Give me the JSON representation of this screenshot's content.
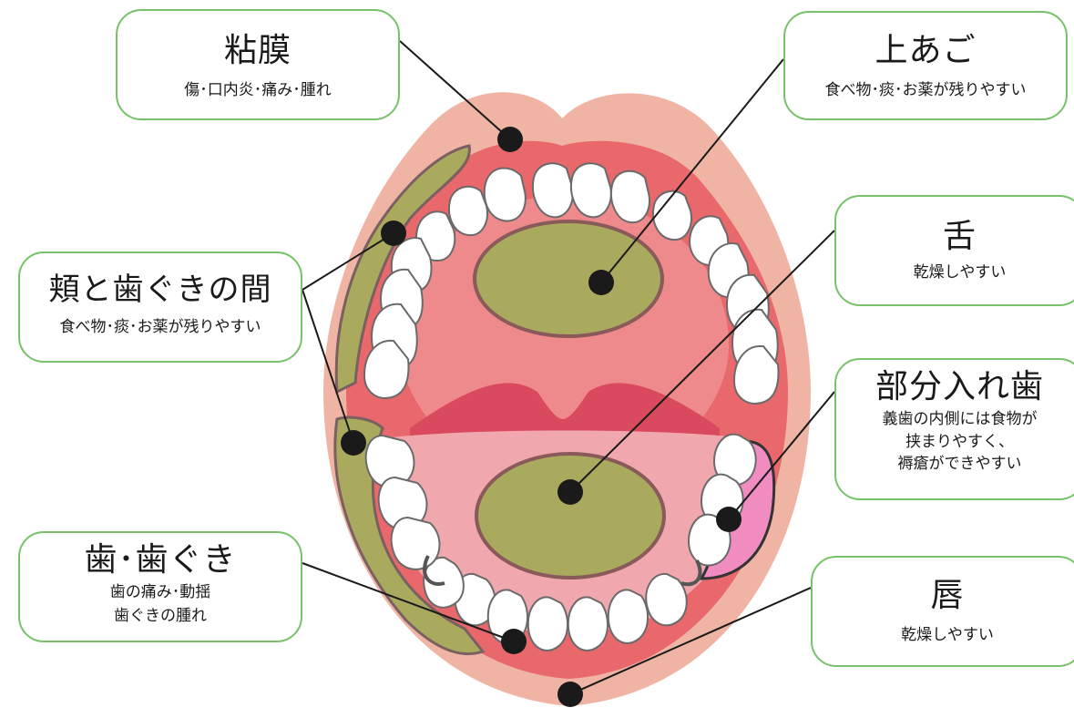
{
  "colors": {
    "box_border": "#78c26a",
    "lip": "#f0b4a4",
    "mouth": "#e8686c",
    "palate": "#ef8a8c",
    "tongue": "#f0a8ae",
    "highlight_area": "#a9aa5e",
    "teeth": "#ffffff",
    "denture_gum": "#f08cc0",
    "pointer": "#1a1a1a"
  },
  "labels": {
    "nenmaku": {
      "title": "粘膜",
      "desc": "傷･口内炎･痛み･腫れ"
    },
    "uwaago": {
      "title": "上あご",
      "desc": "食べ物･痰･お薬が残りやすい"
    },
    "hoho": {
      "title": "頬と歯ぐきの間",
      "desc": "食べ物･痰･お薬が残りやすい"
    },
    "shita": {
      "title": "舌",
      "desc": "乾燥しやすい"
    },
    "bubun": {
      "title": "部分入れ歯",
      "desc": "義歯の内側には食物が\n挟まりやすく、\n褥瘡ができやすい"
    },
    "ha": {
      "title": "歯･歯ぐき",
      "desc": "歯の痛み･動揺\n歯ぐきの腫れ"
    },
    "kuchibiru": {
      "title": "唇",
      "desc": "乾燥しやすい"
    }
  }
}
